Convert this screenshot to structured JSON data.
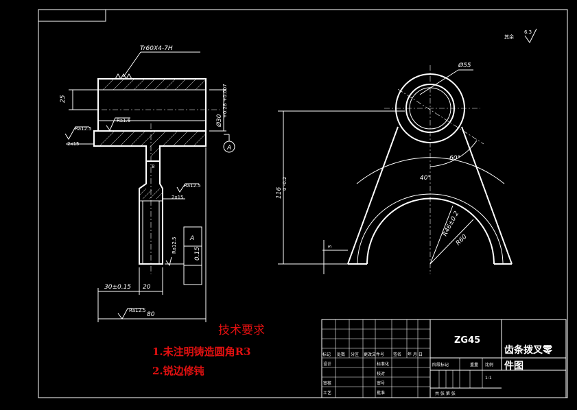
{
  "drawing": {
    "thread_spec": "Tr60X4-7H",
    "dim_diameter": "Ø55",
    "dim_height": "116",
    "dim_height_tol": "0\n-0.2",
    "dim_left_height": "25",
    "dim_bore": "Ø30",
    "dim_bore_tol": "+0.28\n+0.007",
    "dim_30": "30±0.15",
    "dim_20": "20",
    "dim_80": "80",
    "dim_r": "R46±0.2",
    "dim_r60": "R60",
    "angle_40": "40°",
    "angle_60": "60°",
    "datum_a": "A",
    "tol_value": "0.15",
    "tol_datum": "A",
    "rough_1": "Ra1.6",
    "rough_2": "Ra12.5",
    "rough_3": "Ra12.5",
    "rough_4": "Ra12.5",
    "rough_5": "Ra12.5",
    "chamfer_1": "2x15",
    "chamfer_2": "2x15",
    "dim_8": "8",
    "dim_3": "3",
    "other_rough": "其余",
    "other_rough_val": "6.3"
  },
  "notes": {
    "title": "技术要求",
    "item1": "1.未注明铸造圆角R3",
    "item2": "2.锐边修钝"
  },
  "title_block": {
    "material": "ZG45",
    "part_name_1": "齿条拨叉零",
    "part_name_2": "件图",
    "h_marker": "标记",
    "h_count": "处数",
    "h_zone": "分区",
    "h_docno": "更改文件号",
    "h_sign": "签名",
    "h_date": "年 月 日",
    "r_design": "设计",
    "r_stdz": "标准化",
    "r_check": "审核",
    "r_process": "工艺",
    "r_approve": "批准",
    "r_proof": "校对",
    "r_assist": "审号",
    "h_stage": "阶段标记",
    "h_weight": "重量",
    "h_scale": "比例",
    "scale_val": "1:1",
    "sheet_info": "共   张   第   张"
  }
}
